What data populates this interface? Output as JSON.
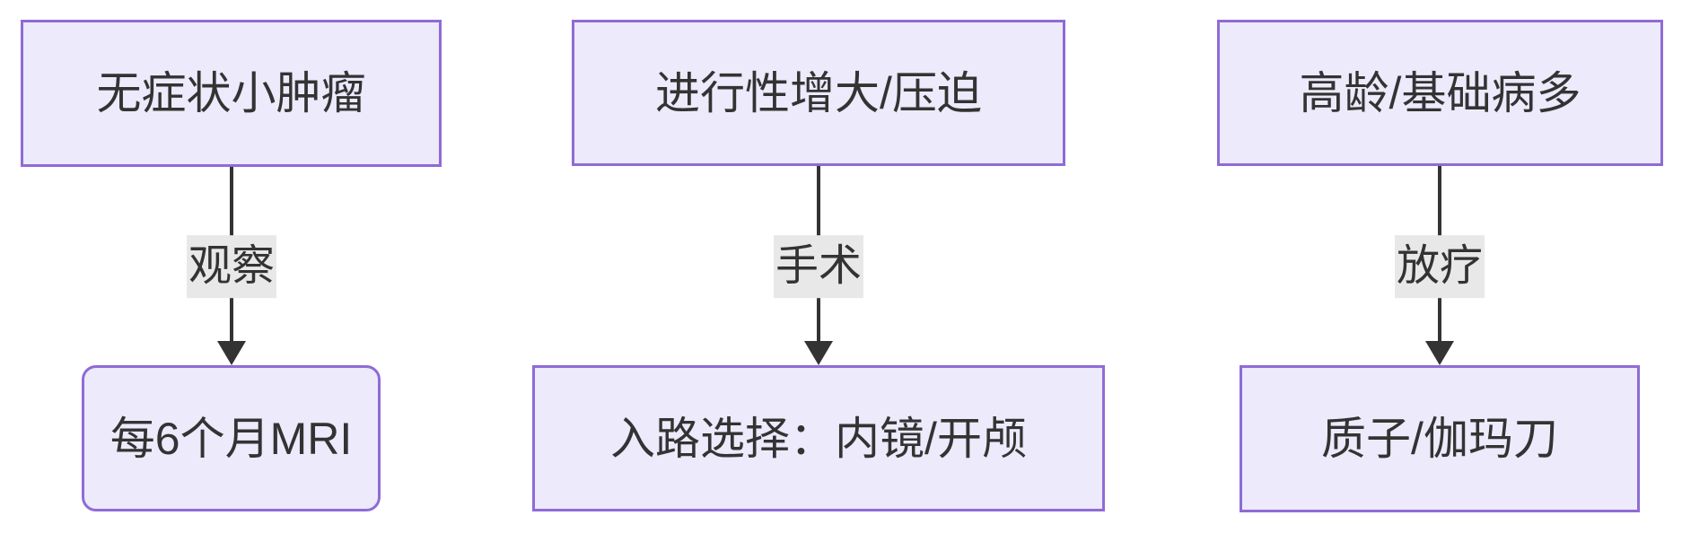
{
  "diagram": {
    "type": "flowchart",
    "direction": "top-down",
    "colors": {
      "background": "#FFFFFF",
      "node_fill": "#ECEAFB",
      "node_border": "#8F6BD6",
      "edge_color": "#333333",
      "text_color": "#333333",
      "edge_label_bg": "#E8E8E8"
    },
    "flows": [
      {
        "source": "无症状小肿瘤",
        "edge_label": "观察",
        "target": "每6个月MRI"
      },
      {
        "source": "进行性增大/压迫",
        "edge_label": "手术",
        "target": "入路选择：内镜/开颅"
      },
      {
        "source": "高龄/基础病多",
        "edge_label": "放疗",
        "target": "质子/伽玛刀"
      }
    ]
  }
}
